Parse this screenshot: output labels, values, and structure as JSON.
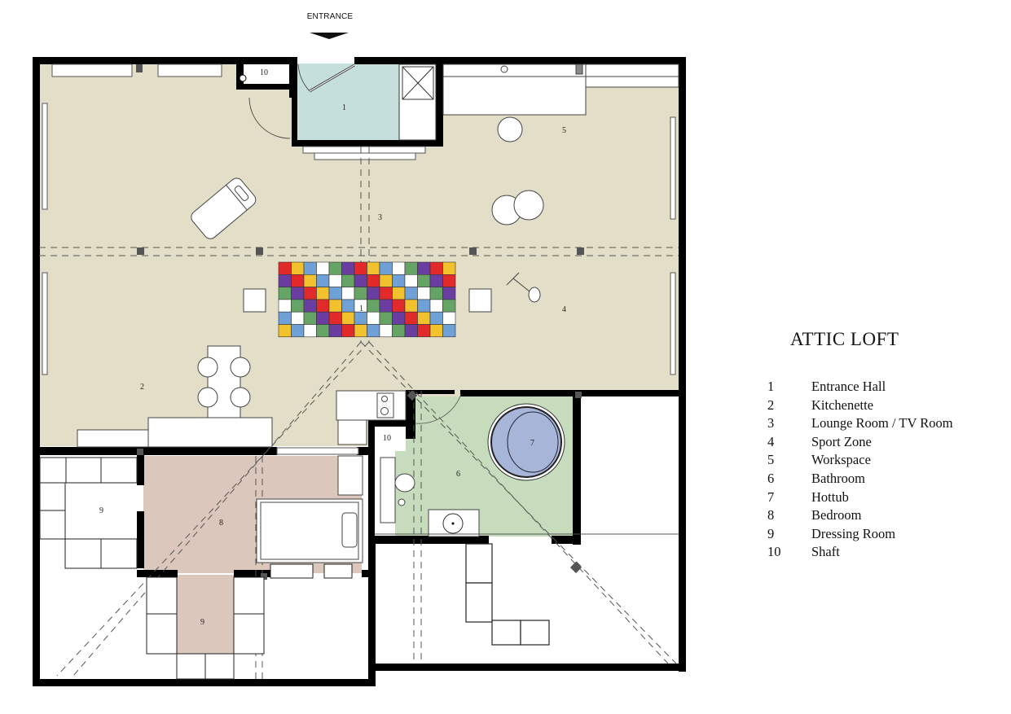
{
  "entrance": {
    "label": "ENTRANCE",
    "icon": "arrow-down-triangle"
  },
  "legend": {
    "title": "ATTIC LOFT",
    "items": [
      {
        "num": "1",
        "label": "Entrance Hall"
      },
      {
        "num": "2",
        "label": "Kitchenette"
      },
      {
        "num": "3",
        "label": "Lounge Room / TV Room"
      },
      {
        "num": "4",
        "label": "Sport Zone"
      },
      {
        "num": "5",
        "label": "Workspace"
      },
      {
        "num": "6",
        "label": "Bathroom"
      },
      {
        "num": "7",
        "label": "Hottub"
      },
      {
        "num": "8",
        "label": "Bedroom"
      },
      {
        "num": "9",
        "label": "Dressing Room"
      },
      {
        "num": "10",
        "label": "Shaft"
      }
    ]
  },
  "plan_labels": {
    "entrance_hall": "1",
    "kitchenette": "2",
    "lounge": "3",
    "sport_zone": "4",
    "workspace": "5",
    "bathroom": "6",
    "hottub": "7",
    "bedroom": "8",
    "dressing_left": "9",
    "dressing_bottom": "9",
    "shaft_top": "10",
    "shaft_mid": "10",
    "rug_center": "1"
  },
  "colors": {
    "main_floor": "#e3dec8",
    "entrance_hall": "#c5dfdc",
    "bathroom": "#c7dcbc",
    "bedroom": "#dbc7bc",
    "hottub_water": "#a6b5d8",
    "wall": "#000000",
    "rug": [
      "#e32a2a",
      "#f2c12e",
      "#6fa0d6",
      "#ffffff",
      "#66a466",
      "#6a3ea0"
    ]
  }
}
